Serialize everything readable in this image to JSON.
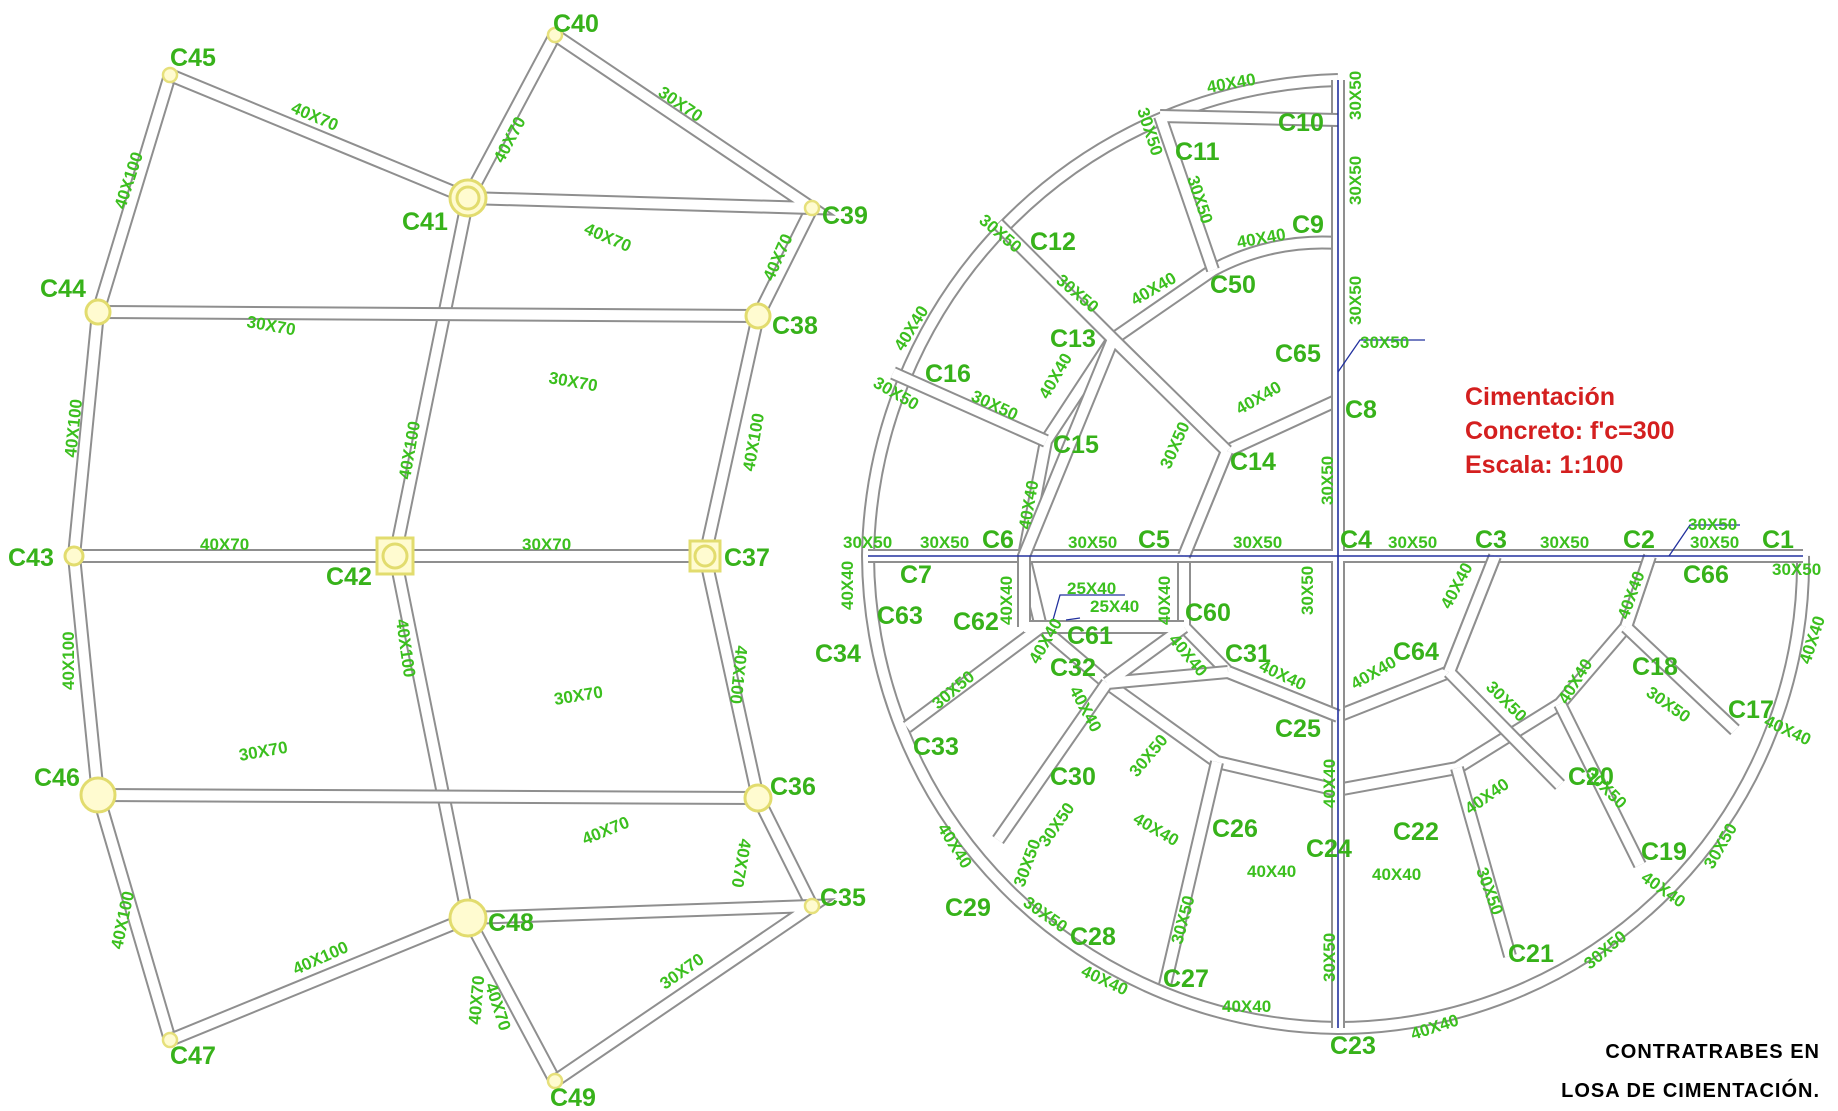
{
  "notes": {
    "line1": "Cimentación",
    "line2": "Concreto:  f'c=300",
    "line3": "Escala: 1:100"
  },
  "caption": {
    "line1": "CONTRATRABES EN",
    "line2": "LOSA DE CIMENTACIÓN."
  },
  "colors": {
    "columns": "#fffbd0",
    "labels": "#37b21a",
    "notes": "#d41f1f",
    "axis": "#22319e"
  },
  "columns": {
    "left": [
      "C40",
      "C45",
      "C41",
      "C39",
      "C44",
      "C38",
      "C43",
      "C42",
      "C37",
      "C46",
      "C36",
      "C35",
      "C48",
      "C47",
      "C49"
    ],
    "right": [
      "C10",
      "C11",
      "C9",
      "C12",
      "C50",
      "C13",
      "C65",
      "C16",
      "C8",
      "C15",
      "C14",
      "C6",
      "C5",
      "C4",
      "C3",
      "C2",
      "C1",
      "C7",
      "C66",
      "C62",
      "C60",
      "C61",
      "C63",
      "C31",
      "C64",
      "C18",
      "C34",
      "C32",
      "C17",
      "C25",
      "C33",
      "C20",
      "C30",
      "C26",
      "C24",
      "C22",
      "C19",
      "C29",
      "C28",
      "C21",
      "C27",
      "C23"
    ]
  },
  "dims": [
    "40X70",
    "30X70",
    "40X100",
    "40X70",
    "40X70",
    "30X70",
    "40X70",
    "40X100",
    "30X70",
    "40X100",
    "40X100",
    "40X70",
    "30X70",
    "40X100",
    "40X100",
    "30X70",
    "30X70",
    "40X100",
    "40X100",
    "40X70",
    "40X70",
    "40X100",
    "40X70",
    "30X70",
    "40X70",
    "40X40",
    "30X50",
    "30X50",
    "30X50",
    "30X50",
    "40X40",
    "30X50",
    "30X50",
    "40X40",
    "40X40",
    "30X50",
    "40X40",
    "30X50",
    "30X50",
    "40X40",
    "40X40",
    "30X50",
    "30X50",
    "30X50",
    "30X50",
    "30X50",
    "30X50",
    "30X50",
    "30X50",
    "30X50",
    "30X50",
    "30X50",
    "30X50",
    "40X40",
    "40X40",
    "40X40",
    "25X40",
    "25X40",
    "40X40",
    "40X40",
    "40X40",
    "30X50",
    "40X40",
    "40X40",
    "40X40",
    "40X40",
    "40X40",
    "40X40",
    "30X50",
    "30X50",
    "30X50",
    "40X40",
    "30X50",
    "40X40",
    "30X50",
    "40X40",
    "30X50",
    "40X40",
    "30X50",
    "40X40",
    "30X50",
    "30X50",
    "40X40",
    "40X40",
    "40X40",
    "30X50",
    "30X50",
    "30X50",
    "40X40",
    "40X40",
    "40X40",
    "30X50"
  ]
}
